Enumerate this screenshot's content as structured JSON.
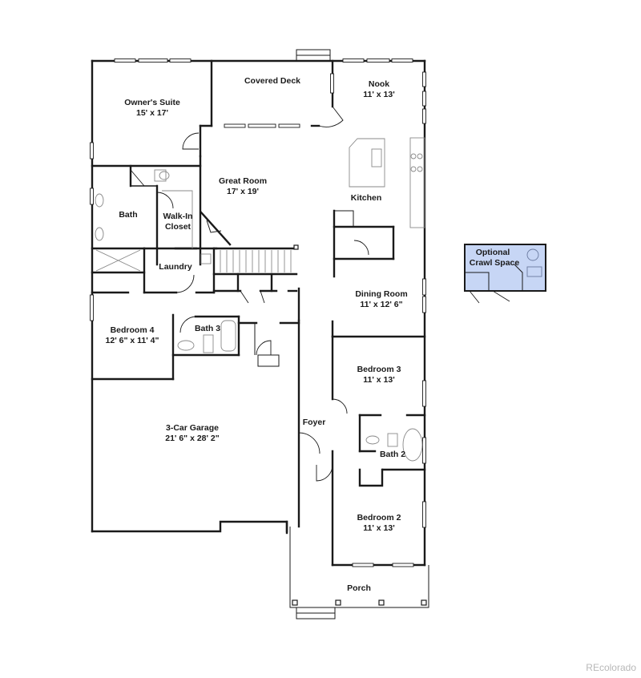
{
  "floorplan": {
    "rooms": [
      {
        "id": "owners-suite",
        "name": "Owner's Suite",
        "dims": "15' x 17'"
      },
      {
        "id": "covered-deck",
        "name": "Covered Deck",
        "dims": ""
      },
      {
        "id": "nook",
        "name": "Nook",
        "dims": "11' x 13'"
      },
      {
        "id": "great-room",
        "name": "Great Room",
        "dims": "17' x 19'"
      },
      {
        "id": "kitchen",
        "name": "Kitchen",
        "dims": ""
      },
      {
        "id": "bath",
        "name": "Bath",
        "dims": ""
      },
      {
        "id": "walk-in-closet",
        "name": "Walk-In",
        "name2": "Closet",
        "dims": ""
      },
      {
        "id": "laundry",
        "name": "Laundry",
        "dims": ""
      },
      {
        "id": "dining-room",
        "name": "Dining Room",
        "dims": "11' x 12' 6\""
      },
      {
        "id": "bedroom-4",
        "name": "Bedroom 4",
        "dims": "12' 6\" x 11' 4\""
      },
      {
        "id": "bath-3",
        "name": "Bath 3",
        "dims": ""
      },
      {
        "id": "bedroom-3",
        "name": "Bedroom 3",
        "dims": "11' x 13'"
      },
      {
        "id": "garage",
        "name": "3-Car Garage",
        "dims": "21' 6\" x 28' 2\""
      },
      {
        "id": "foyer",
        "name": "Foyer",
        "dims": ""
      },
      {
        "id": "bath-2",
        "name": "Bath 2",
        "dims": ""
      },
      {
        "id": "bedroom-2",
        "name": "Bedroom 2",
        "dims": "11' x 13'"
      },
      {
        "id": "porch",
        "name": "Porch",
        "dims": ""
      }
    ],
    "optional": {
      "line1": "Optional",
      "line2": "Crawl Space",
      "fill": "#c7d6f5"
    }
  },
  "watermark": "REcolorado"
}
